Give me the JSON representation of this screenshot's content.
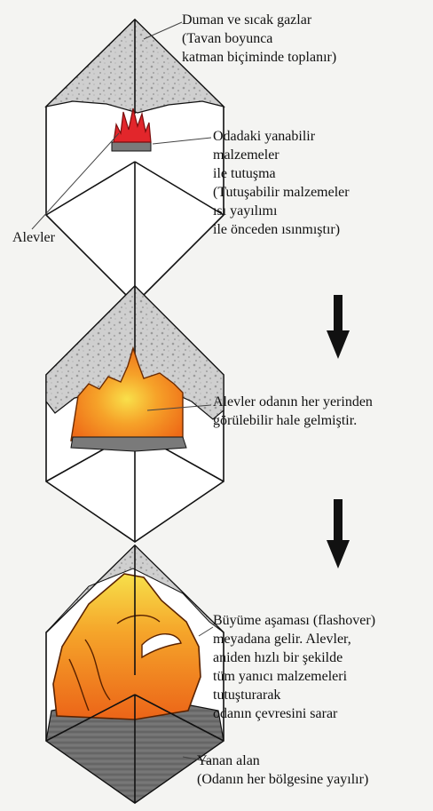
{
  "stage1": {
    "smoke_label": "Duman ve sıcak gazlar\n(Tavan boyunca\nkatman biçiminde toplanır)",
    "ignition_label": "Odadaki yanabilir\nmalzemeler\nile tutuşma\n(Tutuşabilir malzemeler\nısı yayılımı\nile önceden ısınmıştır)",
    "flames_label": "Alevler"
  },
  "stage2": {
    "spread_label": "Alevler odanın her yerinden\ngörülebilir hale gelmiştir."
  },
  "stage3": {
    "flashover_label": "Büyüme aşaması (flashover)\nmeyadana gelir. Alevler,\naniden hızlı bir şekilde\ntüm yanıcı malzemeleri\ntutuşturarak\nodanın çevresini sarar",
    "burning_area_label": "Yanan alan\n(Odanın her bölgesine yayılır)"
  },
  "colors": {
    "smoke": "#c9c9c9",
    "flame_red": "#e2262b",
    "flame_orange": "#f0821e",
    "flame_yellow": "#f7d23a",
    "fuel_gray": "#7a7a7a",
    "burn_area": "#6e6e6e",
    "arrow": "#111111"
  }
}
